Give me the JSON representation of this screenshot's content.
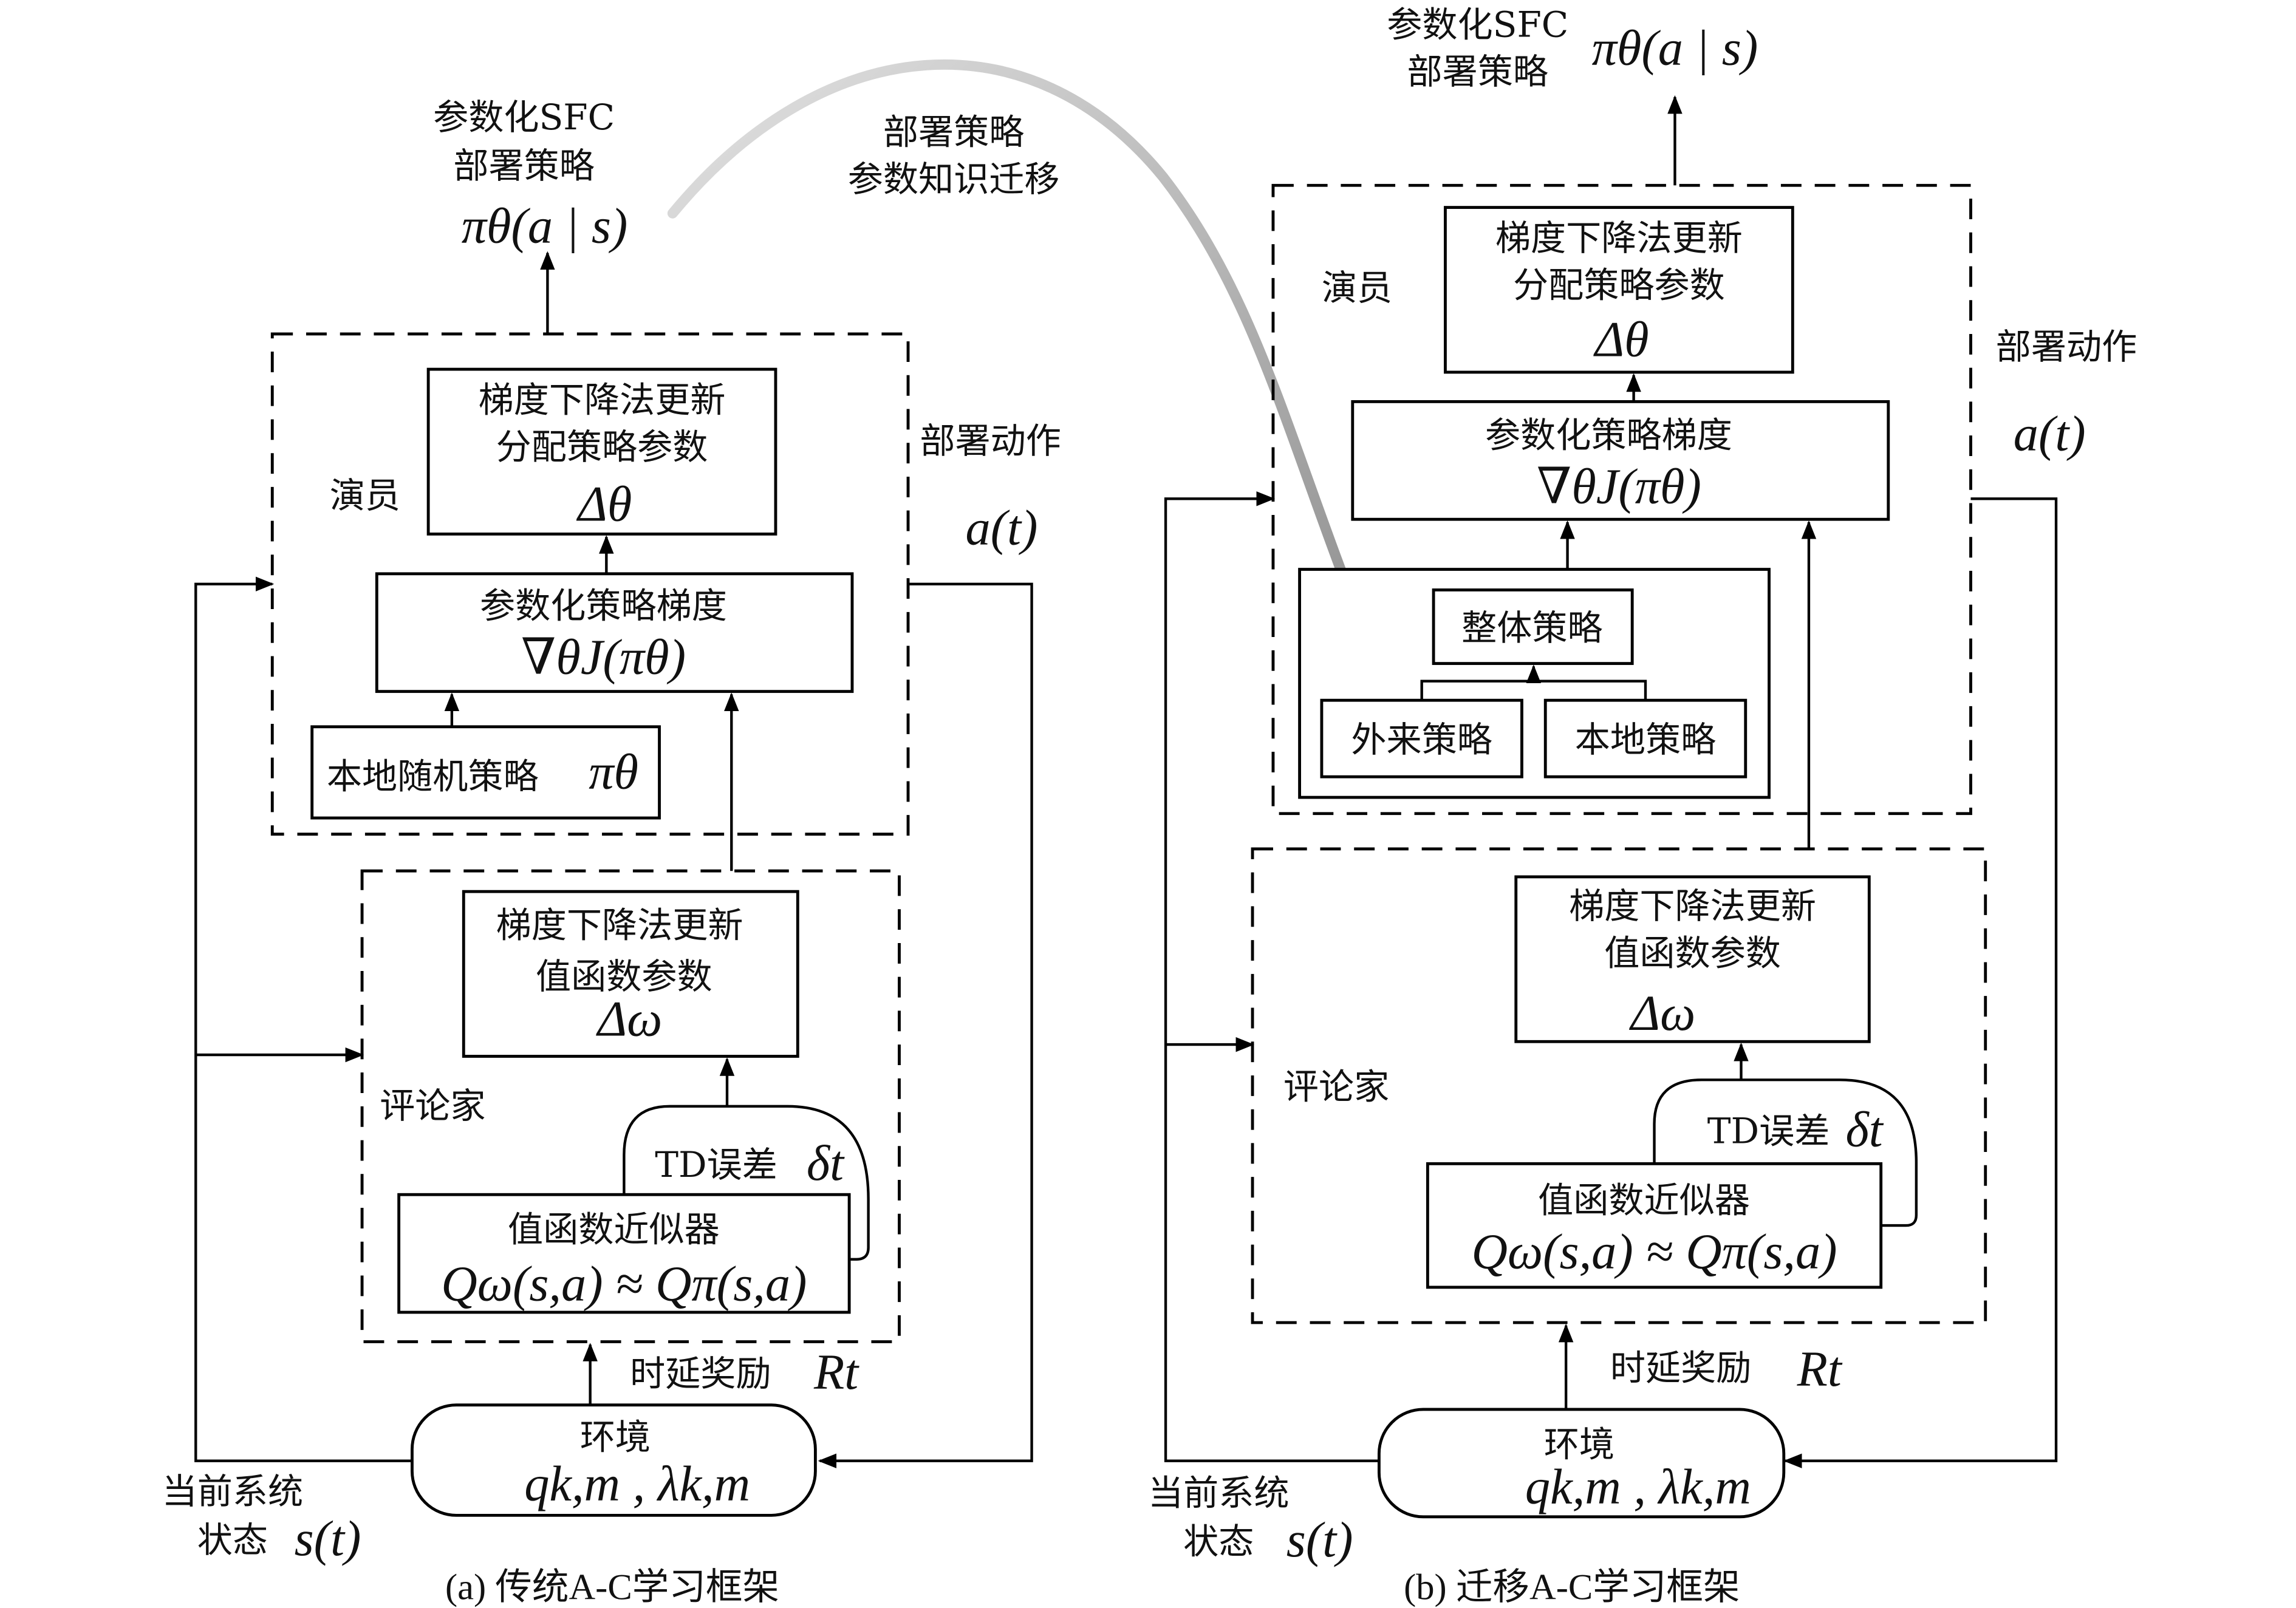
{
  "transfer": {
    "label_line1": "部署策略",
    "label_line2": "参数知识迁移",
    "arrow_color": "#a8a8a8"
  },
  "panel_a": {
    "caption": "(a) 传统A-C学习框架",
    "output_label_line1": "参数化SFC",
    "output_label_line2": "部署策略",
    "output_formula": "πθ(a | s)",
    "actor": {
      "label": "演员",
      "update_box": {
        "line1": "梯度下降法更新",
        "line2": "分配策略参数",
        "formula": "Δθ"
      },
      "gradient_box": {
        "line1": "参数化策略梯度",
        "formula": "∇θJ(πθ)"
      },
      "local_policy_box": {
        "text": "本地随机策略",
        "formula": "πθ"
      }
    },
    "action_label": "部署动作",
    "action_formula": "a(t)",
    "critic": {
      "label": "评论家",
      "update_box": {
        "line1": "梯度下降法更新",
        "line2": "值函数参数",
        "formula": "Δω"
      },
      "td_error": {
        "text": "TD误差",
        "formula": "δt"
      },
      "approx_box": {
        "line1": "值函数近似器",
        "formula": "Qω(s,a) ≈ Qπ(s,a)"
      }
    },
    "reward_label": "时延奖励",
    "reward_formula": "Rt",
    "environment": {
      "label": "环境",
      "formula": "qk,m , λk,m"
    },
    "state_label_line1": "当前系统",
    "state_label_line2": "状态",
    "state_formula": "s(t)"
  },
  "panel_b": {
    "caption": "(b) 迁移A-C学习框架",
    "output_label_line1": "参数化SFC",
    "output_label_line2": "部署策略",
    "output_formula": "πθ(a | s)",
    "actor": {
      "label": "演员",
      "update_box": {
        "line1": "梯度下降法更新",
        "line2": "分配策略参数",
        "formula": "Δθ"
      },
      "gradient_box": {
        "line1": "参数化策略梯度",
        "formula": "∇θJ(πθ)"
      },
      "overall_policy": "整体策略",
      "foreign_policy": "外来策略",
      "local_policy": "本地策略"
    },
    "action_label": "部署动作",
    "action_formula": "a(t)",
    "critic": {
      "label": "评论家",
      "update_box": {
        "line1": "梯度下降法更新",
        "line2": "值函数参数",
        "formula": "Δω"
      },
      "td_error": {
        "text": "TD误差",
        "formula": "δt"
      },
      "approx_box": {
        "line1": "值函数近似器",
        "formula": "Qω(s,a) ≈ Qπ(s,a)"
      }
    },
    "reward_label": "时延奖励",
    "reward_formula": "Rt",
    "environment": {
      "label": "环境",
      "formula": "qk,m , λk,m"
    },
    "state_label_line1": "当前系统",
    "state_label_line2": "状态",
    "state_formula": "s(t)"
  }
}
